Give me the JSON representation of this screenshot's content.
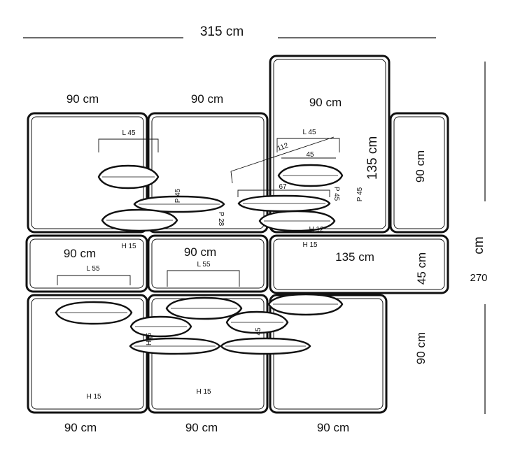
{
  "dimensions": {
    "top_width": "315 cm",
    "right_total_value": "270",
    "right_total_unit": "cm"
  },
  "module_labels": {
    "row1_col1": "90 cm",
    "row1_col2": "90 cm",
    "row1_col3": "90 cm",
    "tall_height": "135 cm",
    "side_module": "90 cm",
    "row2_col1": "90 cm",
    "row2_col2": "90 cm",
    "row2_col3": "135 cm",
    "row2_height": "45 cm",
    "row3_height": "90 cm",
    "bottom_col1": "90 cm",
    "bottom_col2": "90 cm",
    "bottom_col3": "90 cm"
  },
  "cushion_labels": {
    "l45_a": "L 45",
    "l45_b": "L 45",
    "p45_a": "P 45",
    "p28": "P 28",
    "w112": "112",
    "w45": "45",
    "w67": "67",
    "p45_b": "P 45",
    "p45_c": "P 45",
    "h12": "H 12",
    "h15_a": "H 15",
    "h15_b": "H 15",
    "l55_a": "L 55",
    "l55_b": "L 55",
    "p45_d": "45",
    "h15_c": "H 15",
    "h15_d": "H 15",
    "h15_e": "H15"
  }
}
